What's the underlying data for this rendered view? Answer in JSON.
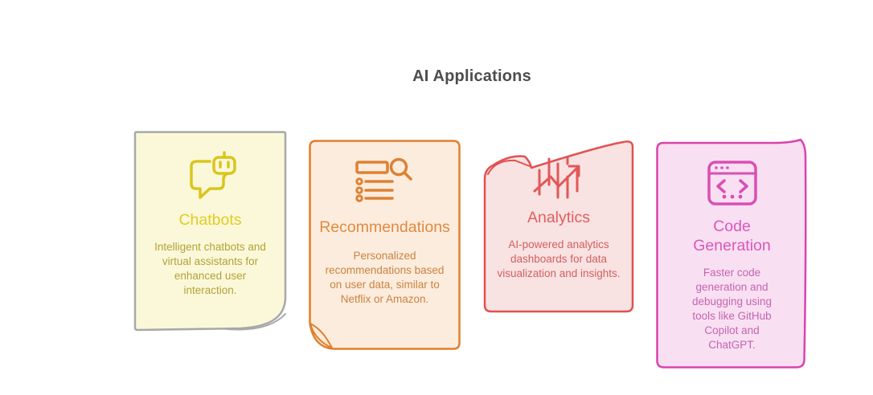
{
  "page": {
    "title": "AI Applications",
    "title_color": "#4d4d4d",
    "background": "#ffffff"
  },
  "cards": [
    {
      "id": "chatbots",
      "icon": "chatbot-speech-bubble",
      "title": "Chatbots",
      "description": "Intelligent chatbots and virtual assistants for enhanced user interaction.",
      "colors": {
        "border": "#a8a8a8",
        "bg": "#fbf8da",
        "icon": "#d9c51e",
        "title": "#e2cb21",
        "body": "#b2a236"
      }
    },
    {
      "id": "recommendations",
      "icon": "list-with-magnifier",
      "title": "Recommendations",
      "description": "Personalized recommendations based on user data, similar to Netflix or Amazon.",
      "colors": {
        "border": "#e07f2e",
        "bg": "#fcecdd",
        "icon": "#dd8133",
        "title": "#e18a40",
        "body": "#ca8340"
      }
    },
    {
      "id": "analytics",
      "icon": "chart-with-arrow",
      "title": "Analytics",
      "description": "AI-powered analytics dashboards for data visualization and insights.",
      "colors": {
        "border": "#e25151",
        "bg": "#f9e2e2",
        "icon": "#e15858",
        "title": "#e35d5d",
        "body": "#d46060"
      }
    },
    {
      "id": "code-generation",
      "icon": "code-window",
      "title": "Code Generation",
      "description": "Faster code generation and debugging using tools like GitHub Copilot and ChatGPT.",
      "colors": {
        "border": "#d944ad",
        "bg": "#f9dff2",
        "icon": "#d94fb3",
        "title": "#d958b9",
        "body": "#c565af"
      }
    }
  ]
}
